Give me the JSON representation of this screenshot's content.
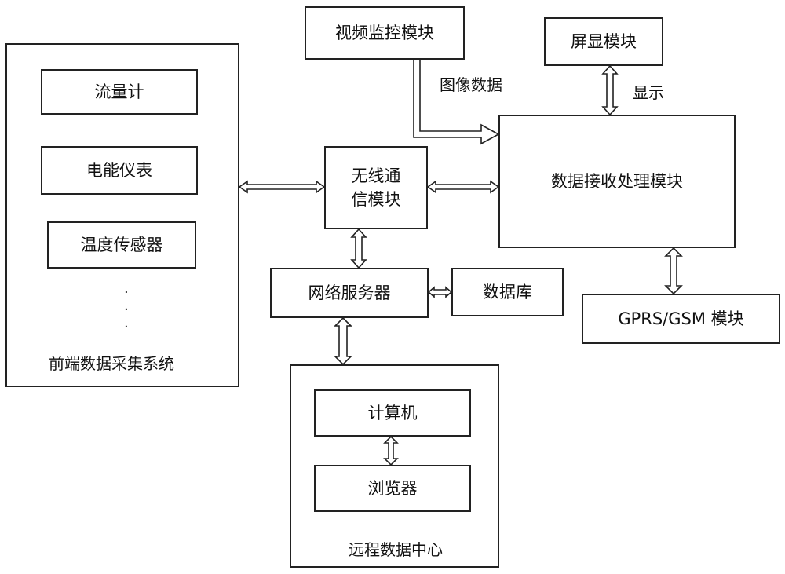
{
  "front_end": {
    "title": "前端数据采集系统",
    "items": [
      "流量计",
      "电能仪表",
      "温度传感器"
    ],
    "ellipsis": "·\n·\n·"
  },
  "video": "视频监控模块",
  "video_link": "图像数据",
  "screen": "屏显模块",
  "screen_link": "显示",
  "wireless": "无线通\n信模块",
  "processor": "数据接收处理模块",
  "gprs": "GPRS/GSM 模块",
  "server": "网络服务器",
  "database": "数据库",
  "remote_center": {
    "title": "远程数据中心",
    "computer": "计算机",
    "browser": "浏览器"
  }
}
